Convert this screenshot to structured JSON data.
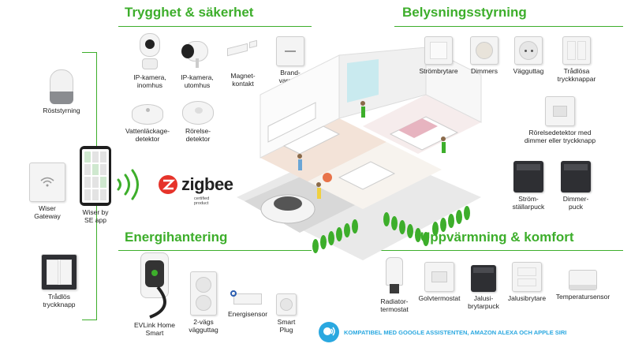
{
  "sections": {
    "security": "Trygghet & säkerhet",
    "lighting": "Belysningsstyrning",
    "energy": "Energihantering",
    "heating": "Uppvärmning & komfort"
  },
  "security_items": [
    {
      "label": "IP-kamera,\ninomhus"
    },
    {
      "label": "IP-kamera,\nutomhus"
    },
    {
      "label": "Magnet-\nkontakt"
    },
    {
      "label": "Brand-\nvarnare"
    },
    {
      "label": "Vattenläckage-\ndetektor"
    },
    {
      "label": "Rörelse-\ndetektor"
    }
  ],
  "lighting_items": [
    {
      "label": "Strömbrytare"
    },
    {
      "label": "Dimmers"
    },
    {
      "label": "Vägguttag"
    },
    {
      "label": "Trådlösa\ntryckknappar"
    },
    {
      "label": "Rörelsedetektor med\ndimmer eller tryckknapp"
    },
    {
      "label": "Ström-\nställarpuck"
    },
    {
      "label": "Dimmer-\npuck"
    }
  ],
  "energy_items": [
    {
      "label": "EVLink Home\nSmart"
    },
    {
      "label": "2-vägs\nvägguttag"
    },
    {
      "label": "Energisensor"
    },
    {
      "label": "Smart\nPlug"
    }
  ],
  "heating_items": [
    {
      "label": "Radiator-\ntermostat"
    },
    {
      "label": "Golvtermostat"
    },
    {
      "label": "Jalusi-\nbrytarpuck"
    },
    {
      "label": "Jalusibrytare"
    },
    {
      "label": "Temperatursensor"
    }
  ],
  "left_items": [
    {
      "label": "Röststyrning"
    },
    {
      "label": "Wiser\nGateway"
    },
    {
      "label": "Wiser by\nSE app"
    },
    {
      "label": "Trådlös\ntryckknapp"
    }
  ],
  "zigbee": {
    "word": "zigbee",
    "sub": "certified\nproduct"
  },
  "compat_text": "KOMPATIBEL MED GOOGLE ASSISTENTEN, AMAZON ALEXA OCH APPLE SIRI",
  "colors": {
    "accent": "#3dae2b",
    "compat": "#2aa8e0",
    "zigbee_red": "#e6332a"
  }
}
